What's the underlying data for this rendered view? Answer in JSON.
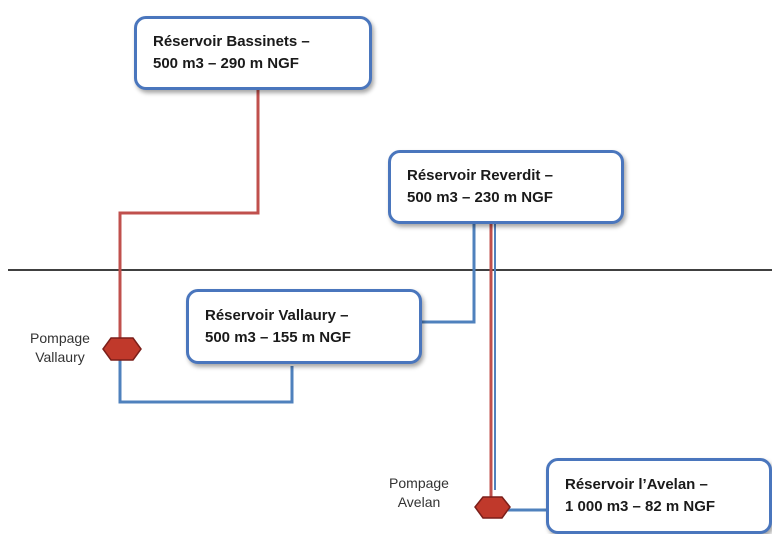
{
  "colors": {
    "red_pipe": "#c0504d",
    "blue_pipe": "#4f81bd",
    "box_border": "#4a76bd",
    "pump_fill": "#c0392b"
  },
  "reservoirs": {
    "bassinets": {
      "line1": "Réservoir Bassinets –",
      "line2": "500 m3 – 290 m NGF"
    },
    "reverdit": {
      "line1": "Réservoir Reverdit –",
      "line2": "500 m3 – 230 m NGF"
    },
    "vallaury": {
      "line1": "Réservoir Vallaury –",
      "line2": "500 m3 – 155 m NGF"
    },
    "avelan": {
      "line1": "Réservoir l’Avelan –",
      "line2": "1 000 m3 – 82 m NGF"
    }
  },
  "pumps": {
    "vallaury": {
      "line1": "Pompage",
      "line2": "Vallaury",
      "icon": "hexagon-pump-icon"
    },
    "avelan": {
      "line1": "Pompage",
      "line2": "Avelan",
      "icon": "hexagon-pump-icon"
    }
  }
}
